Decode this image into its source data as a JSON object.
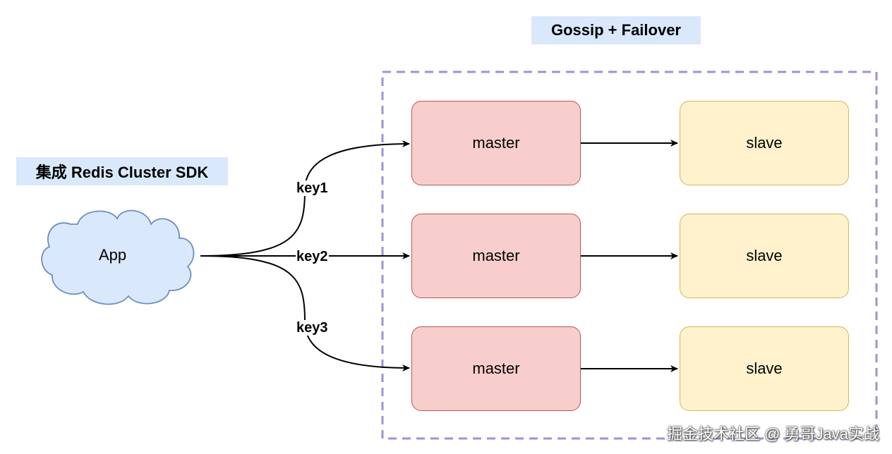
{
  "labels": {
    "sdk": "集成 Redis Cluster SDK",
    "gossip": "Gossip + Failover"
  },
  "app": {
    "label": "App"
  },
  "keys": [
    "key1",
    "key2",
    "key3"
  ],
  "masters": [
    "master",
    "master",
    "master"
  ],
  "slaves": [
    "slave",
    "slave",
    "slave"
  ],
  "watermark": "掘金技术社区 @ 勇哥Java实战",
  "colors": {
    "label_bg": "#dae8fc",
    "cloud_fill": "#dae8fc",
    "cloud_stroke": "#6c8ebf",
    "master_fill": "#f8cecc",
    "master_stroke": "#b85450",
    "slave_fill": "#fff2cc",
    "slave_stroke": "#d6b656",
    "cluster_border": "#9c93d6"
  }
}
